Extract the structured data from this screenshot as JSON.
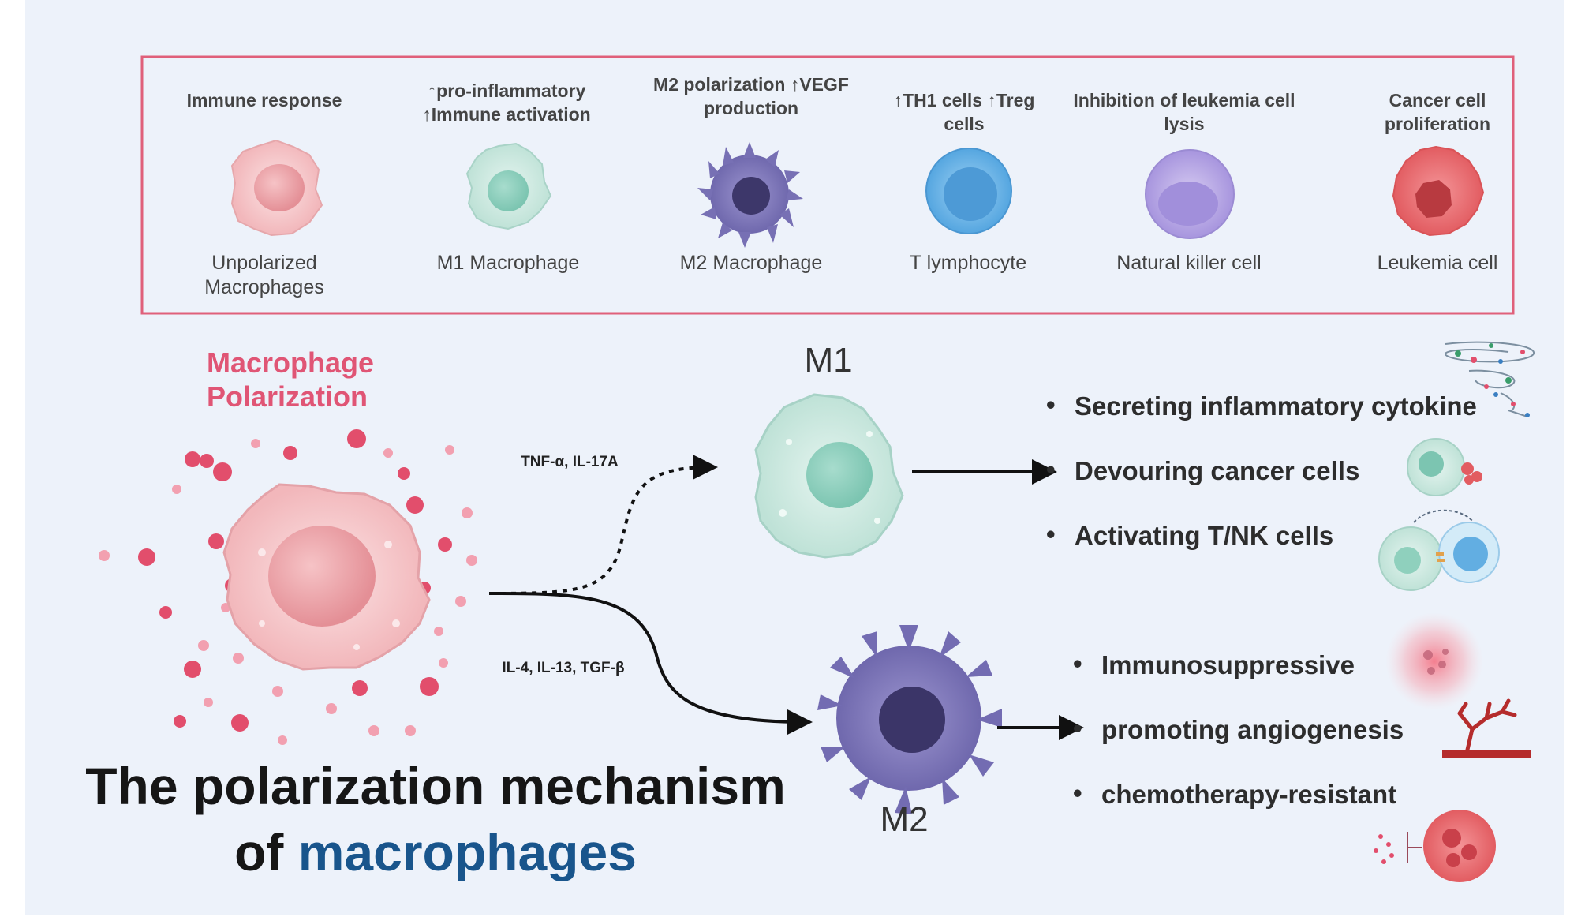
{
  "legend": [
    {
      "header": "Immune response",
      "caption": "Unpolarized Macrophages"
    },
    {
      "header": "↑pro-inflammatory ↑Immune activation",
      "caption": "M1 Macrophage"
    },
    {
      "header": "M2 polarization ↑VEGF production",
      "caption": "M2 Macrophage"
    },
    {
      "header": "↑TH1 cells ↑Treg cells",
      "caption": "T lymphocyte"
    },
    {
      "header": "Inhibition of leukemia cell lysis",
      "caption": "Natural killer cell"
    },
    {
      "header": "Cancer cell proliferation",
      "caption": "Leukemia cell"
    }
  ],
  "polarization_label": "Macrophage Polarization",
  "m1_label": "M1",
  "m2_label": "M2",
  "m1_cytokines": "TNF-α, IL-17A",
  "m2_cytokines": "IL-4, IL-13, TGF-β",
  "m1_effects": [
    "Secreting inflammatory cytokine",
    "Devouring cancer cells",
    "Activating T/NK cells"
  ],
  "m2_effects": [
    "Immunosuppressive",
    "promoting angiogenesis",
    "chemotherapy-resistant"
  ],
  "title": {
    "line1": "The polarization mechanism",
    "line2_prefix": "of",
    "line2_highlight": "macrophages"
  },
  "colors": {
    "legend_border": "#e0607a",
    "unpolarized": "#f4c6c8",
    "m1": "#cfeae2",
    "m2": "#7e77b8",
    "t_cell": "#6cb4e8",
    "nk_cell": "#b9a7e4",
    "leukemia": "#ea6a6c",
    "title_highlight": "#19558c",
    "polarization_label": "#e05575"
  }
}
